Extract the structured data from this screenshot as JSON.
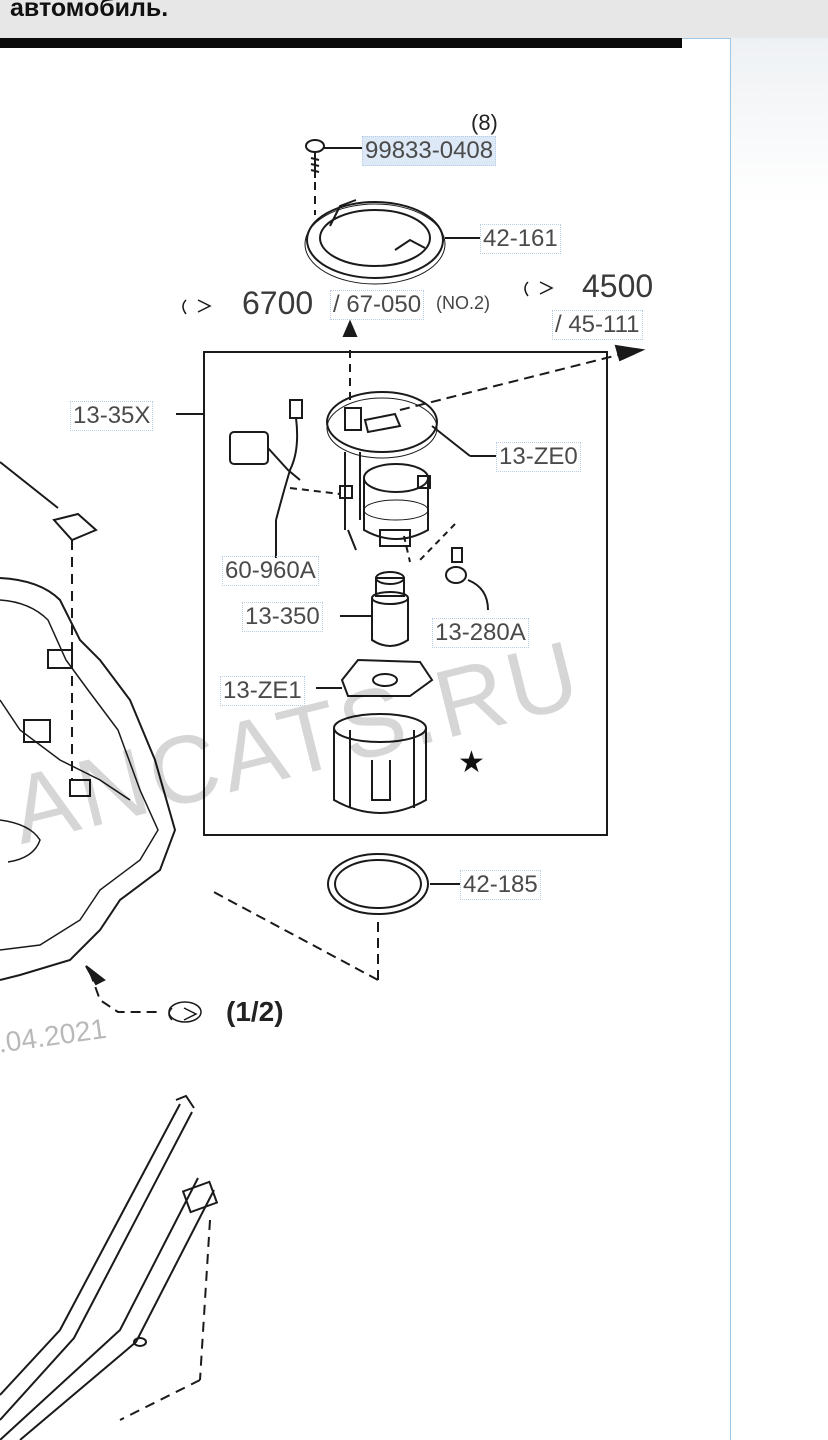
{
  "header": {
    "title": "автомобиль."
  },
  "labels": {
    "qty": "(8)",
    "bolt": "99833-0408",
    "ring_plate": "42-161",
    "ref_6700": "6700",
    "ref_6700_sub": "/ 67-050",
    "ref_6700_note": "(NO.2)",
    "ref_4500": "4500",
    "ref_4500_sub": "/ 45-111",
    "assembly": "13-35X",
    "cover": "13-ZE0",
    "sender": "60-960A",
    "pump": "13-350",
    "regulator": "13-280A",
    "filter": "13-ZE1",
    "gasket": "42-185",
    "tank_ref": "(1/2)"
  },
  "watermark": "ANCATS.RU",
  "date_stamp": ".04.2021",
  "star": "★",
  "colors": {
    "label_border": "#b7cde3",
    "label_highlight": "#dde9f6",
    "line": "#1a1a1a"
  }
}
